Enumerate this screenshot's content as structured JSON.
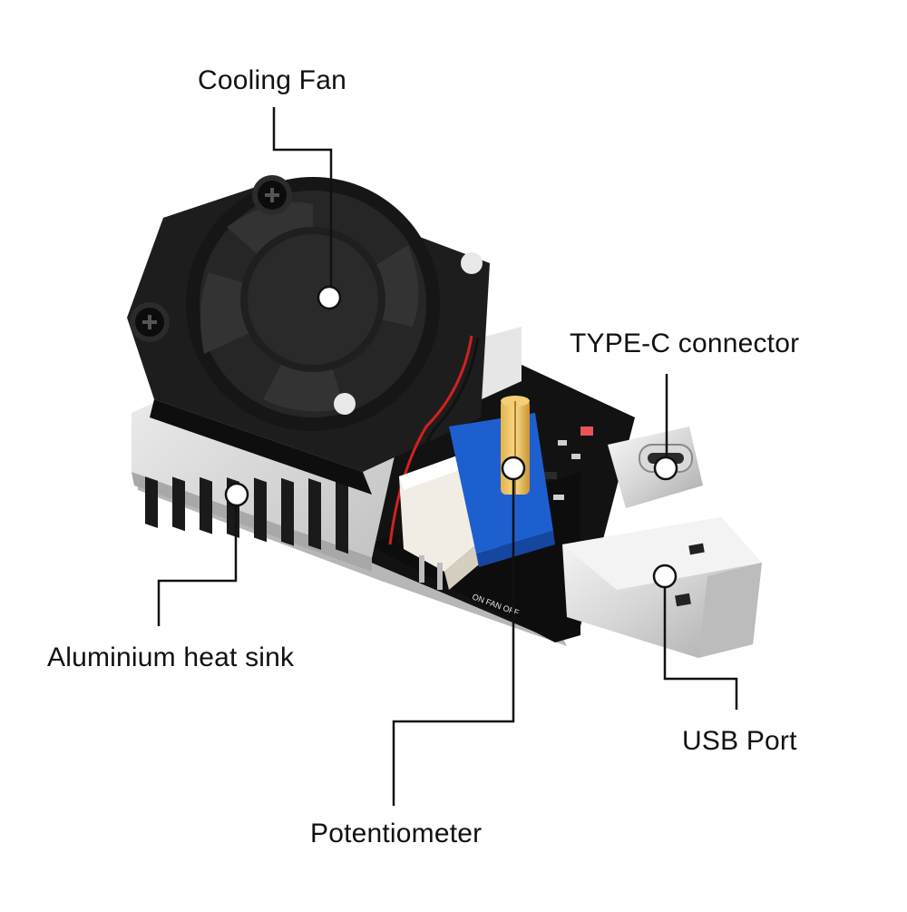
{
  "callouts": {
    "cooling_fan": "Cooling Fan",
    "type_c_connector": "TYPE-C connector",
    "heat_sink": "Aluminium heat sink",
    "usb_port": "USB Port",
    "potentiometer": "Potentiometer"
  },
  "board_markings": {
    "on_fan_off": "ON FAN OFF"
  },
  "colors": {
    "pcb": "#111111",
    "fan": "#1c1c1c",
    "heatsink": "#d9d9d9",
    "potentiometer": "#1e5fd0",
    "connector": "#f2ede4",
    "leader_line": "#111111"
  }
}
